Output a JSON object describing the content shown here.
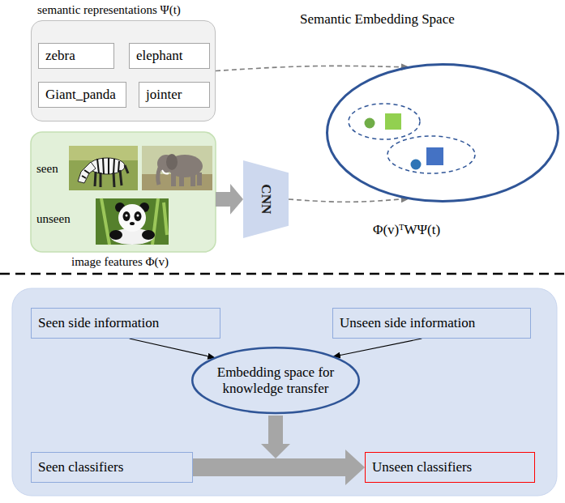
{
  "diagram": {
    "nodes": [
      {
        "text": [
          "semantic representations Ψ(t)"
        ]
      },
      {
        "text": [
          "zebra"
        ],
        "in": 0
      },
      {
        "text": [
          "elephant"
        ],
        "in": 0
      },
      {
        "text": [
          "Giant_panda"
        ],
        "in": 0
      },
      {
        "text": [
          "jointer"
        ],
        "in": 0
      },
      {
        "text": [
          "seen",
          "unseen",
          "image features Φ(v)"
        ]
      },
      {
        "text": [
          "CNN"
        ]
      },
      {
        "text": [
          "Semantic Embedding Space",
          "Φ(v)ᵀWΨ(t)"
        ]
      },
      {
        "text": [
          "Seen side information"
        ]
      },
      {
        "text": [
          "Unseen side information"
        ]
      },
      {
        "text": [
          "Embedding space for knowledge transfer"
        ]
      },
      {
        "text": [
          "Seen classifiers"
        ]
      },
      {
        "text": [
          "Unseen classifiers"
        ]
      }
    ],
    "edges": [
      {
        "from": 0,
        "to": 7,
        "arrow": "to"
      },
      {
        "from": 6,
        "to": 7,
        "arrow": "to"
      },
      {
        "from": 5,
        "to": 6,
        "arrow": "to"
      },
      {
        "from": 8,
        "to": 10,
        "arrow": "to"
      },
      {
        "from": 9,
        "to": 10,
        "arrow": "to"
      },
      {
        "from": 11,
        "to": 12,
        "arrow": "to"
      }
    ]
  }
}
